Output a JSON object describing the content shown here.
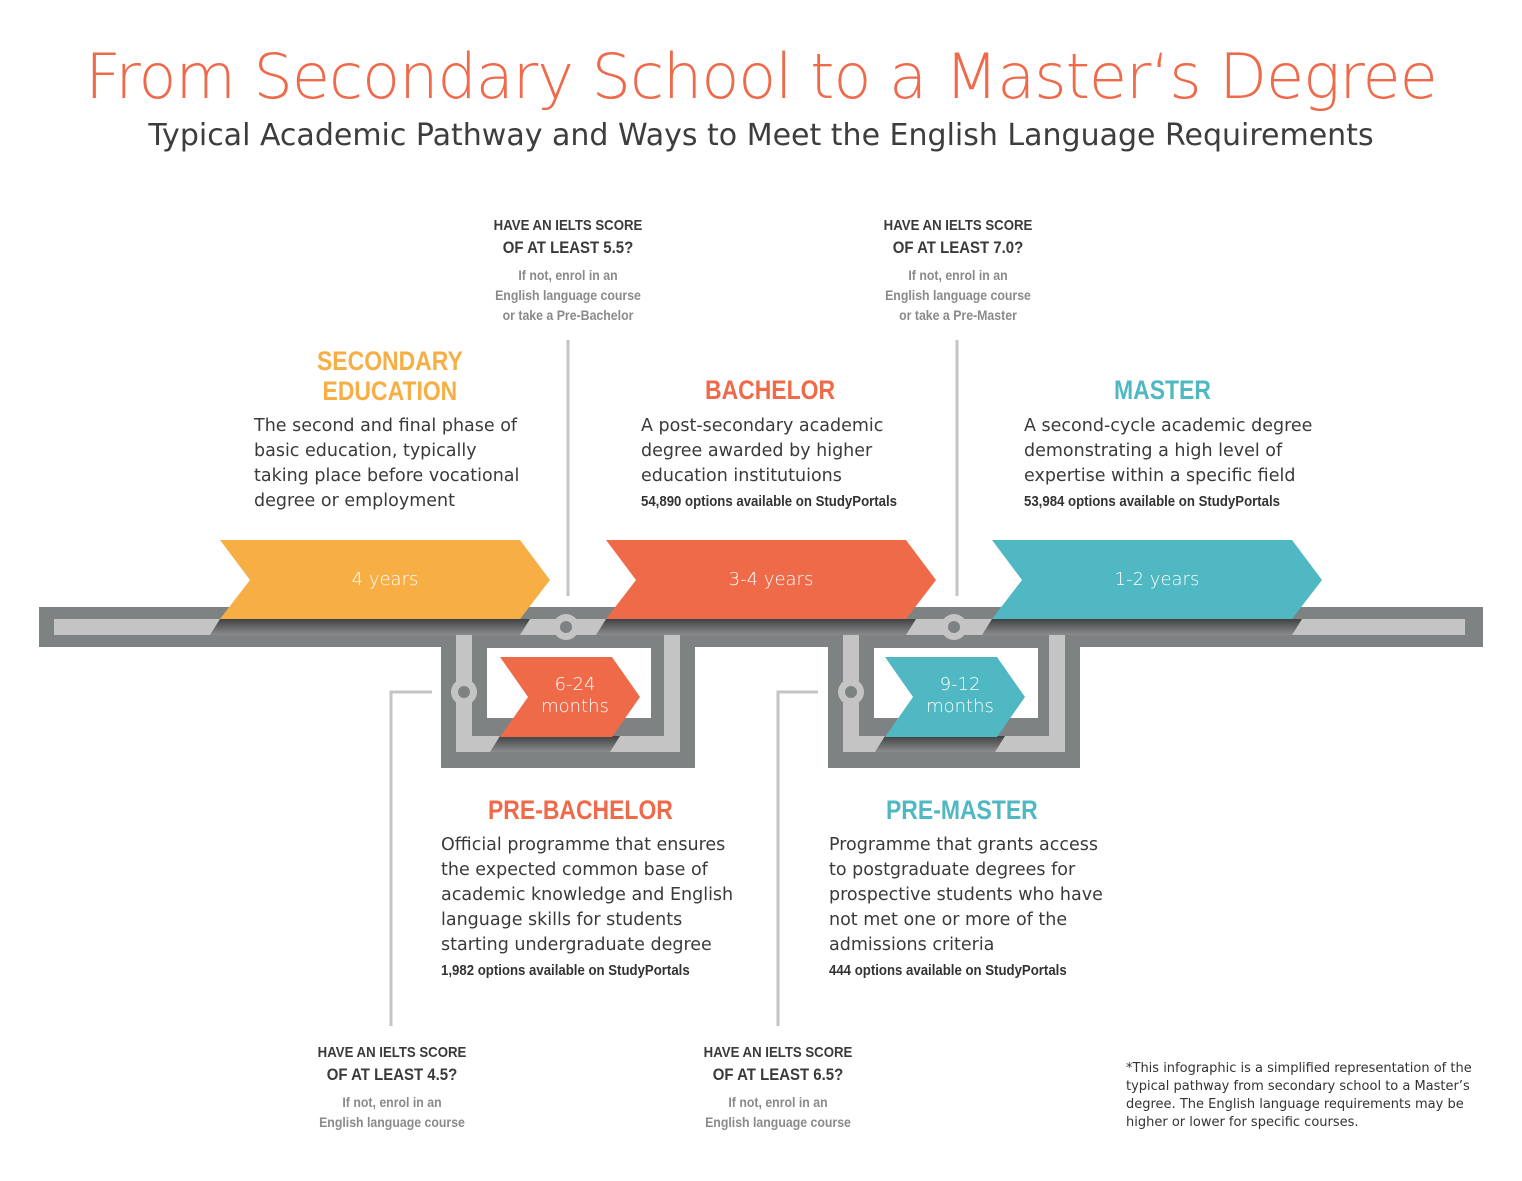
{
  "header": {
    "title": "From Secondary School to a Master‘s Degree",
    "subtitle": "Typical Academic Pathway and Ways to Meet the English Language Requirements"
  },
  "colors": {
    "orange": "#f7ae45",
    "red": "#ef6a48",
    "teal": "#4fb8c3",
    "track_dark": "#7f8283",
    "track_light": "#c4c4c4"
  },
  "stages": {
    "secondary": {
      "title1": "SECONDARY",
      "title2": "EDUCATION",
      "desc": "The second and final phase of basic education, typically taking place before vocational degree or employment",
      "duration": "4 years"
    },
    "bachelor": {
      "title": "BACHELOR",
      "desc": "A post-secondary academic degree awarded by higher education institutuions",
      "options": "54,890 options available on StudyPortals",
      "duration": "3-4 years"
    },
    "master": {
      "title": "MASTER",
      "desc": "A second-cycle academic degree demonstrating a high level of expertise within a specific field",
      "options": "53,984 options available on StudyPortals",
      "duration": "1-2 years"
    },
    "pre_bachelor": {
      "title": "PRE-BACHELOR",
      "desc": "Official programme that ensures the expected common base of academic knowledge and English language skills for students starting undergraduate degree",
      "options": "1,982 options available on StudyPortals",
      "duration1": "6-24",
      "duration2": "months"
    },
    "pre_master": {
      "title": "PRE-MASTER",
      "desc": "Programme that grants access to postgraduate degrees for prospective students who have not met one or more of the admissions criteria",
      "options": "444 options available on StudyPortals",
      "duration1": "9-12",
      "duration2": "months"
    }
  },
  "questions": {
    "q55": {
      "l1": "HAVE AN IELTS SCORE",
      "l2": "OF AT LEAST 5.5?",
      "n1": "If not, enrol in an",
      "n2": "English language course",
      "n3": "or take a Pre-Bachelor"
    },
    "q70": {
      "l1": "HAVE AN IELTS SCORE",
      "l2": "OF AT LEAST 7.0?",
      "n1": "If not, enrol in an",
      "n2": "English language course",
      "n3": "or take a Pre-Master"
    },
    "q45": {
      "l1": "HAVE AN IELTS SCORE",
      "l2": "OF AT LEAST 4.5?",
      "n1": "If not, enrol in an",
      "n2": "English language course"
    },
    "q65": {
      "l1": "HAVE AN IELTS SCORE",
      "l2": "OF AT LEAST 6.5?",
      "n1": "If not, enrol in an",
      "n2": "English language course"
    }
  },
  "footnote": "*This infographic is a simplified representation of the typical pathway from secondary school to a Master’s degree. The English language requirements may be higher or lower for specific courses."
}
